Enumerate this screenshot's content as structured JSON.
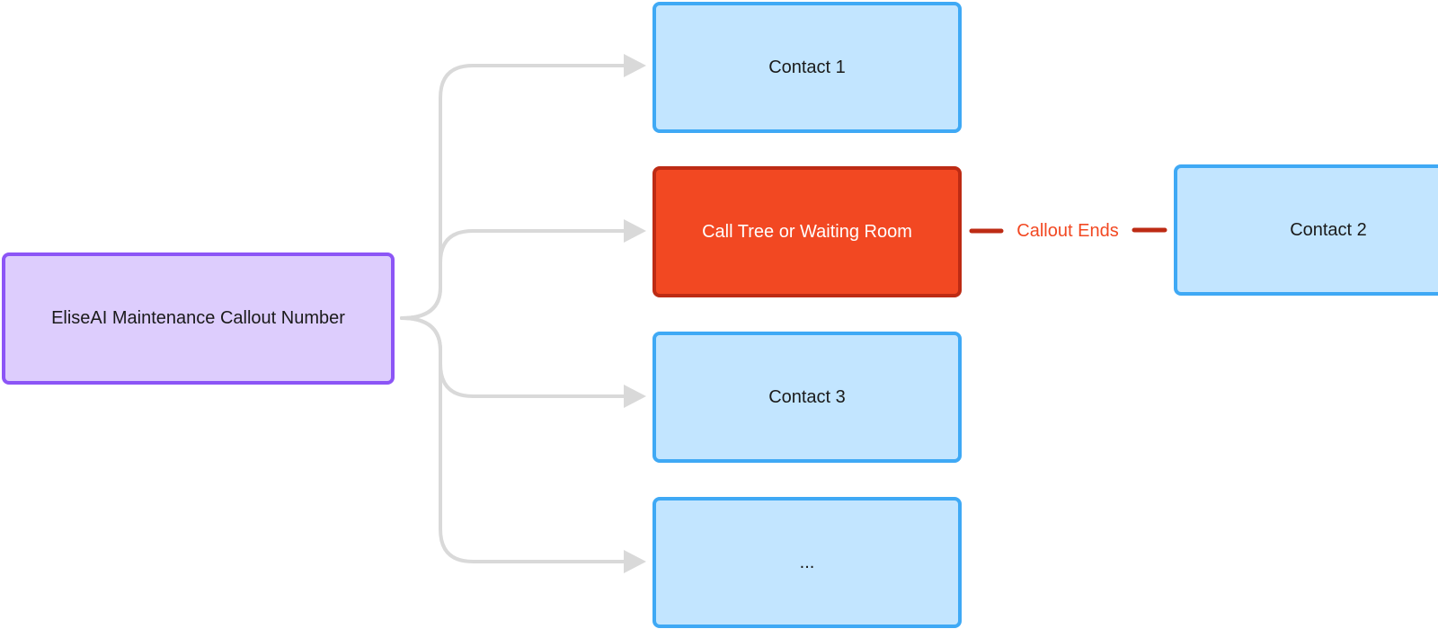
{
  "nodes": {
    "source": {
      "label": "EliseAI Maintenance Callout Number"
    },
    "contact_1": {
      "label": "Contact 1"
    },
    "call_tree": {
      "label": "Call Tree or Waiting Room"
    },
    "contact_3": {
      "label": "Contact 3"
    },
    "more": {
      "label": "..."
    },
    "contact_2": {
      "label": "Contact 2"
    }
  },
  "edges": {
    "call_tree_to_contact_2": {
      "label": "Callout Ends"
    }
  },
  "colors": {
    "source_fill": "#ddcdfd",
    "source_border": "#8c55f6",
    "contact_fill": "#c2e5ff",
    "contact_border": "#3fa9f5",
    "alert_fill": "#f24822",
    "alert_border": "#bd2b14",
    "connector": "#d9d9d9",
    "edge_label": "#f24822"
  }
}
